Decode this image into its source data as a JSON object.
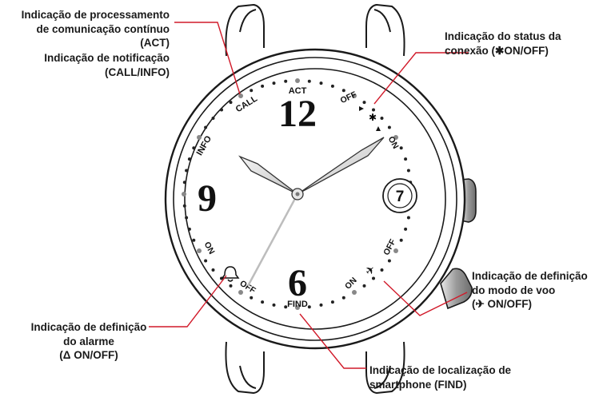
{
  "callouts": {
    "act": {
      "line1": "Indicação de processamento",
      "line2": "de comunicação contínuo",
      "line3": "(ACT)"
    },
    "notification": {
      "line1": "Indicação de notificação",
      "line2": "(CALL/INFO)"
    },
    "connection": {
      "line1": "Indicação do status da",
      "line2": "conexão (✱ON/OFF)"
    },
    "flight_mode": {
      "line1": "Indicação de definição",
      "line2": "do modo de voo",
      "line3": "(✈ ON/OFF)"
    },
    "alarm": {
      "line1": "Indicação de definição",
      "line2": "do alarme",
      "line3": "(Δ ON/OFF)"
    },
    "find": {
      "line1": "Indicação de localização de",
      "line2": "smartphone (FIND)"
    }
  },
  "dial": {
    "numerals": {
      "twelve": "12",
      "nine": "9",
      "six": "6",
      "date": "7"
    },
    "markers": {
      "act": "ACT",
      "call": "CALL",
      "info": "INFO",
      "find": "FIND",
      "bt_off": "OFF",
      "bt_on": "ON",
      "plane_on": "ON",
      "plane_off": "OFF",
      "alarm_on": "ON",
      "alarm_off": "OFF"
    }
  },
  "colors": {
    "leader_line": "#d11a2a",
    "outline": "#1a1a1a"
  }
}
